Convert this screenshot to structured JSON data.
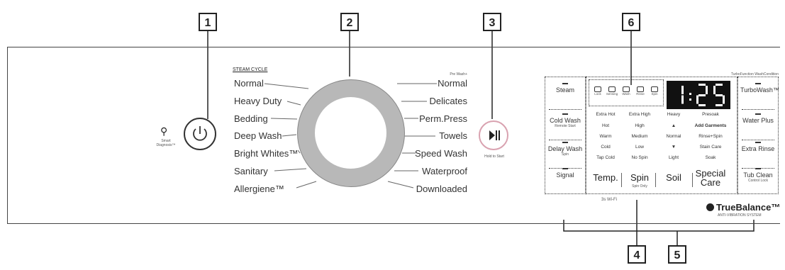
{
  "callouts": [
    "1",
    "2",
    "3",
    "6",
    "4",
    "5"
  ],
  "left_cycles": [
    "Normal",
    "Heavy Duty",
    "Bedding",
    "Deep Wash",
    "Bright Whites™",
    "Sanitary",
    "Allergiene™"
  ],
  "right_cycles": [
    "Normal",
    "Delicates",
    "Perm.Press",
    "Towels",
    "Speed Wash",
    "Waterproof",
    "Downloaded"
  ],
  "steam_cycle_label": "STEAM CYCLE",
  "pre_wash_label": "Pre Wash+",
  "smart_diagnosis_label": "Smart Diagnosis™",
  "start_pause_label": "Hold to Start",
  "display_time": "1:25",
  "display_time_digits": [
    "1",
    "2",
    "5"
  ],
  "top_right_note": "TurboFunction  WashCondition",
  "left_column": {
    "buttons": [
      {
        "label": "Steam",
        "sub": ""
      },
      {
        "label": "Cold Wash",
        "sub": "Remote Start"
      },
      {
        "label": "Delay Wash",
        "sub": "Spin"
      },
      {
        "label": "Signal",
        "sub": ""
      }
    ]
  },
  "right_column": {
    "buttons": [
      {
        "label": "TurboWash™",
        "sub": ""
      },
      {
        "label": "Water Plus",
        "sub": ""
      },
      {
        "label": "Extra Rinse",
        "sub": ""
      },
      {
        "label": "Tub Clean",
        "sub": "Control Lock"
      }
    ]
  },
  "status_icons": [
    "Lock",
    "Sensing",
    "Wash",
    "Rinse",
    "Spin"
  ],
  "option_columns": [
    {
      "top": "Extra Hot",
      "items": [
        "Hot",
        "Warm",
        "Cold",
        "Tap Cold"
      ],
      "button": "Temp.",
      "button_sub": ""
    },
    {
      "top": "Extra High",
      "items": [
        "High",
        "Medium",
        "Low",
        "No Spin"
      ],
      "button": "Spin",
      "button_sub": "Spin Only"
    },
    {
      "top": "Heavy",
      "items": [
        "▲",
        "Normal",
        "▼",
        "Light"
      ],
      "button": "Soil",
      "button_sub": ""
    },
    {
      "top": "Presoak",
      "items": [
        "Add Garments",
        "Rinse+Spin",
        "Stain Care",
        "Soak"
      ],
      "button": "Special Care",
      "button_sub": ""
    }
  ],
  "bottom_note": "3s Wi-Fi",
  "brand": {
    "logo_text": "TrueBalance™",
    "sub": "ANTI-VIBRATION SYSTEM"
  },
  "colors": {
    "line": "#333333",
    "dial_ring": "#b8b8b8",
    "display_bg": "#111111",
    "accent_pink": "#d9a2b0"
  }
}
